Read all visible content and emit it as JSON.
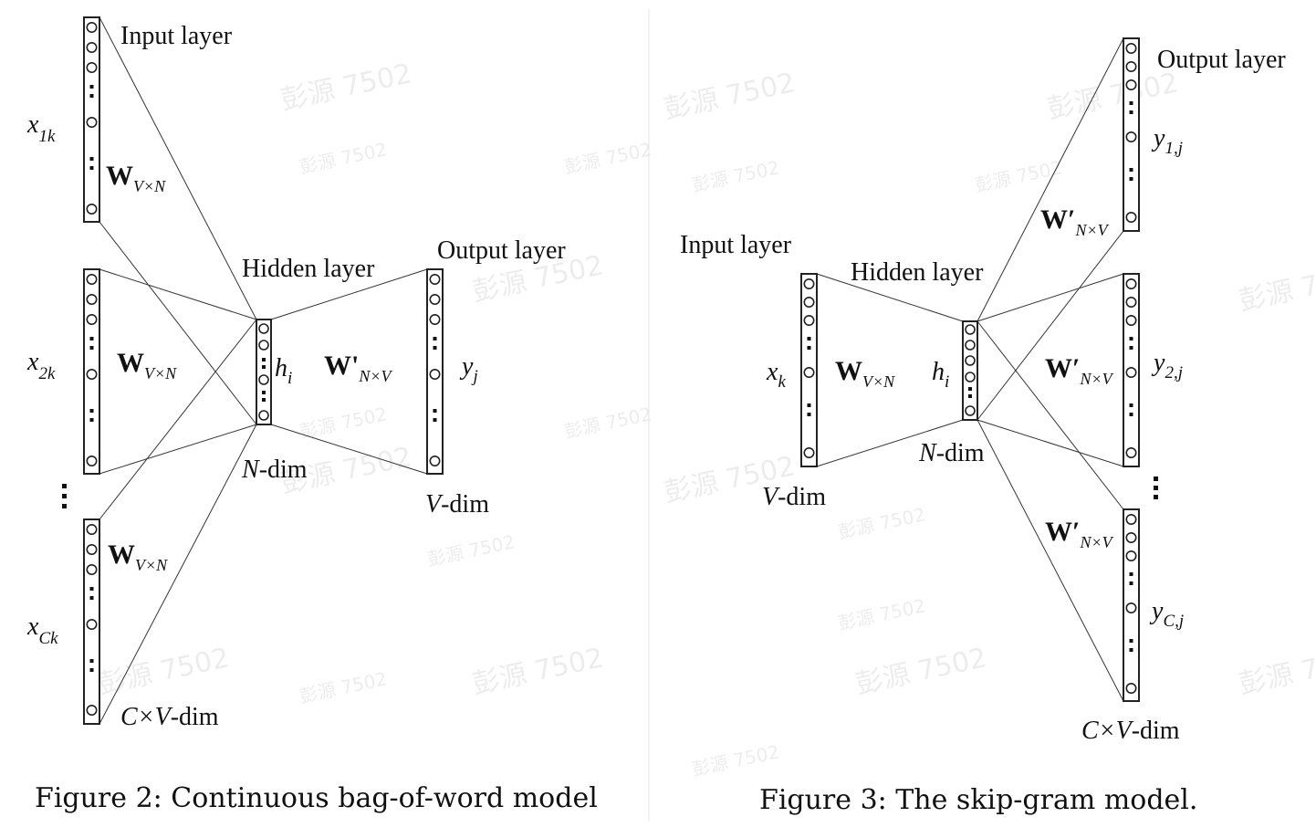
{
  "watermark": {
    "text": "彭源 7502"
  },
  "figure_cbow": {
    "caption": "Figure 2: Continuous bag-of-word model",
    "input_layer_label": "Input layer",
    "hidden_layer_label": "Hidden layer",
    "output_layer_label": "Output layer",
    "inputs": [
      {
        "var": "x",
        "sub": "1k",
        "weight": "W",
        "weight_sub": "V×N"
      },
      {
        "var": "x",
        "sub": "2k",
        "weight": "W",
        "weight_sub": "V×N"
      },
      {
        "var": "x",
        "sub": "Ck",
        "weight": "W",
        "weight_sub": "V×N"
      }
    ],
    "hidden": {
      "var": "h",
      "sub": "i",
      "dim_var": "N",
      "dim_suffix": "-dim"
    },
    "output": {
      "var": "y",
      "sub": "j",
      "weight": "W'",
      "weight_sub": "N×V",
      "dim_var": "V",
      "dim_suffix": "-dim"
    },
    "input_dim": {
      "prefix": "C×",
      "var": "V",
      "suffix": "-dim"
    }
  },
  "figure_skipgram": {
    "caption": "Figure 3: The skip-gram model.",
    "input_layer_label": "Input layer",
    "hidden_layer_label": "Hidden layer",
    "output_layer_label": "Output layer",
    "input": {
      "var": "x",
      "sub": "k",
      "weight": "W",
      "weight_sub": "V×N",
      "dim_var": "V",
      "dim_suffix": "-dim"
    },
    "hidden": {
      "var": "h",
      "sub": "i",
      "dim_var": "N",
      "dim_suffix": "-dim"
    },
    "outputs": [
      {
        "var": "y",
        "sub": "1,j",
        "weight": "W′",
        "weight_sub": "N×V"
      },
      {
        "var": "y",
        "sub": "2,j",
        "weight": "W′",
        "weight_sub": "N×V"
      },
      {
        "var": "y",
        "sub": "C,j",
        "weight": "W′",
        "weight_sub": "N×V"
      }
    ],
    "output_dim": {
      "prefix": "C×",
      "var": "V",
      "suffix": "-dim"
    }
  }
}
